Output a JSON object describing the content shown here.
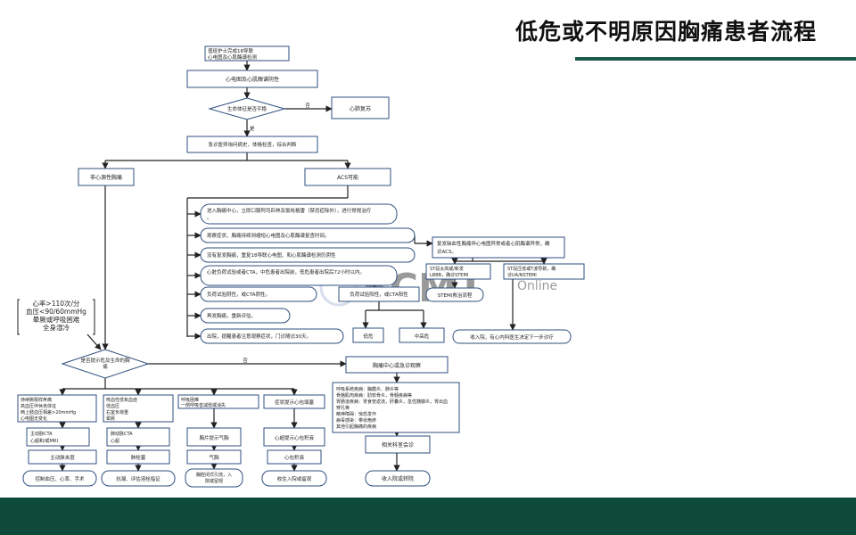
{
  "slide": {
    "title": "低危或不明原因胸痛患者流程",
    "accent": "#1e5b4a",
    "footer_color": "#0e4a3a"
  },
  "watermark": {
    "brand": "SCMT",
    "suffix": "Online"
  },
  "flow": {
    "start": "值班护士完成18导联心电图及心肌酶谱检测",
    "ecg_negative": "心电图及心肌酶谱阴性",
    "vitals_decision": "生命体征是否平稳",
    "vitals_no": "否",
    "vitals_yes": "是",
    "cpr": "心肺复苏",
    "er_assess": "急诊医师询问病史，体格检查，综合判断",
    "non_cardiac": "非心源性胸痛",
    "acs_possible": "ACS可能",
    "acs_steps": [
      "进入胸痛中心，立即口服阿司匹林及氯吡格雷（禁忌症除外），进行常规治疗。",
      "观察症状，胸痛持续则缩短心电图及心肌酶谱复查时间。",
      "没有复发胸痛，重复18导联心电图、和心肌酶谱检测仍阴性",
      "心脏负荷试验或者CTA，中危患者出院前，低危患者出院后72小时以内。",
      "负荷试验阴性，或CTA阴性。",
      "再发胸痛，重新评估。",
      "出院，提醒患者注意观察症状，门诊随访30天。"
    ],
    "recurrent": "复发缺血性胸痛伴心电图异常或者心肌酶谱异常，确诊ACS。",
    "stemi_dx": "ST段太高或/新发LBBB，确诊STEMI",
    "nstemi_dx": "ST段压低或T波导致，确诊UA/NSTEMI",
    "stemi_flow": "STEMI救治流程",
    "admit_cardio": "收入院，有心内科医生决定下一步诊疗",
    "stress_positive": "负荷试验阳性，或CTA阳性",
    "low_risk": "低危",
    "mid_high_risk": "中高危",
    "shock_signs": [
      "心率>110次/分",
      "血压<90/60mmHg",
      "晕厥或呼吸困难",
      "全身湿冷"
    ],
    "fatal_decision": "是否提示危及生命的胸痛",
    "fatal_no": "否",
    "chest_center_obs": "胸痛中心或急诊观察",
    "noncardiac_causes": [
      "呼吸系统疾病：胸膜炎、肺炎等",
      "骨骼肌肉疾病：肋软骨炎，骨髓疾病等",
      "胃肠道疾病：胃食管返流，肝囊炎，急性胰腺炎，胃出血穿孔等",
      "精神障碍：惊恐发作",
      "病毒感染：带状疱疹",
      "其他引起胸痛的疾病"
    ],
    "consult": "相关科室会诊",
    "admit_transfer": "收入院或转院",
    "branches": [
      {
        "key": "aortic",
        "signs": [
          "持续撕裂样疼痛",
          "高血压伴休克体征",
          "两上肢血压相差>20mmHg",
          "心电图无变化"
        ],
        "exam": [
          "主动脉CTA",
          "心超和/或MRI"
        ],
        "diagnosis": "主动脉夹层",
        "treatment": "控制血压、心率、手术"
      },
      {
        "key": "pe",
        "signs": [
          "咳血性低氧血症",
          "低血压",
          "右室负荷重",
          "晕厥"
        ],
        "exam": [
          "肺动脉CTA",
          "心超"
        ],
        "diagnosis": "肺栓塞",
        "treatment": "抗凝、评估溶栓指证"
      },
      {
        "key": "pneumothorax",
        "signs": [
          "呼吸困难",
          "一侧呼吸音减低或消失"
        ],
        "exam": [
          "胸片提示气胸"
        ],
        "diagnosis": "气胸",
        "treatment": "胸腔闭式引流，入院或留观"
      },
      {
        "key": "tamponade",
        "signs": [
          "症状提示心包填塞"
        ],
        "exam": [
          "心超提示心包积液"
        ],
        "diagnosis": "心包积液",
        "treatment": "收住入院或留观"
      }
    ]
  }
}
